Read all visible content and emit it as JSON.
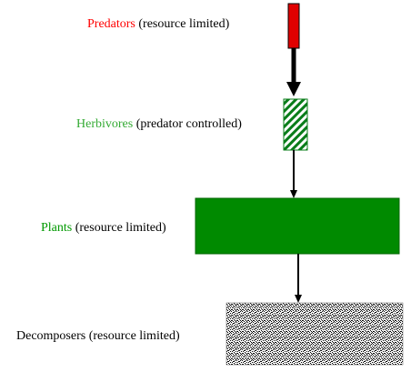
{
  "levels": {
    "predators": {
      "name": "Predators",
      "detail": " (resource limited)",
      "color": "#ff0000"
    },
    "herbivores": {
      "name": "Herbivores",
      "detail": " (predator controlled)",
      "color": "#33aa33",
      "pattern": "diagonal-stripes"
    },
    "plants": {
      "name": "Plants",
      "detail": " (resource limited)",
      "color": "#009900"
    },
    "decomposers": {
      "name": "Decomposers",
      "detail": " (resource limited)",
      "color": "#000000",
      "pattern": "speckle"
    }
  },
  "colors": {
    "predator_box": "#e00000",
    "herbivore_stripe": "#0a7d1a",
    "plant_box": "#008a00",
    "plant_border": "#006600",
    "arrow": "#000000"
  }
}
